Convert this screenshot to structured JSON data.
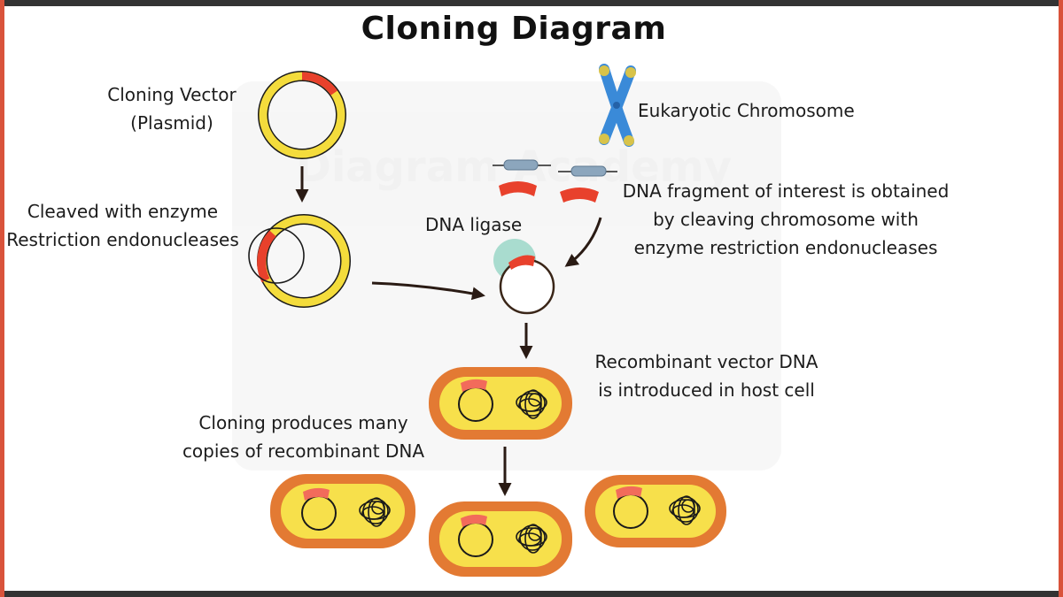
{
  "title": "Cloning Diagram",
  "labels": {
    "cloning_vector_line1": "Cloning Vector",
    "cloning_vector_line2": "(Plasmid)",
    "cleaved_line1": "Cleaved with enzyme",
    "cleaved_line2": "Restriction endonucleases",
    "dna_ligase": "DNA ligase",
    "eukaryotic_chromosome": "Eukaryotic Chromosome",
    "fragment_line1": "DNA fragment of interest is obtained",
    "fragment_line2": "by cleaving chromosome with",
    "fragment_line3": "enzyme restriction endonucleases",
    "recombinant_line1": "Recombinant vector DNA",
    "recombinant_line2": "is introduced in host cell",
    "copies_line1": "Cloning produces many",
    "copies_line2": "copies of recombinant DNA"
  },
  "watermark": "Diagram Academy",
  "colors": {
    "plasmid_ring": "#f4dc3c",
    "plasmid_outline": "#1a1a1a",
    "insert_red": "#e8412c",
    "insert_pink": "#f26b5b",
    "cell_outer": "#e37a33",
    "cell_inner": "#f7e04b",
    "chromosome_blue": "#3a8ad8",
    "chromosome_tip": "#d8c34a",
    "ligase_teal": "#a9dccf",
    "gene_blue": "#8ca6bd",
    "frame_red": "#d9533b",
    "frame_dark": "#333333"
  }
}
